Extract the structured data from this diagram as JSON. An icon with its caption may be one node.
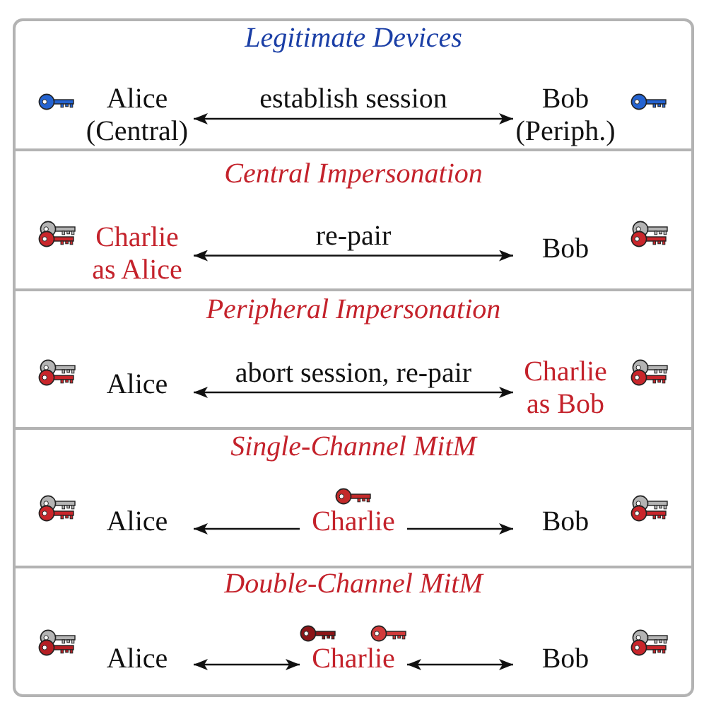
{
  "diagram": {
    "nodes": [
      {
        "text": [
          "Legitimate Devices"
        ]
      },
      {
        "text": [
          "Alice (Central)"
        ],
        "in": 0
      },
      {
        "text": [
          "Bob (Periph.)"
        ],
        "in": 0
      },
      {
        "text": [
          "Central Impersonation"
        ]
      },
      {
        "text": [
          "Charlie as Alice"
        ],
        "in": 3
      },
      {
        "text": [
          "Bob"
        ],
        "in": 3
      },
      {
        "text": [
          "Peripheral Impersonation"
        ]
      },
      {
        "text": [
          "Alice"
        ],
        "in": 6
      },
      {
        "text": [
          "Charlie as Bob"
        ],
        "in": 6
      },
      {
        "text": [
          "Single-Channel MitM"
        ]
      },
      {
        "text": [
          "Alice"
        ],
        "in": 9
      },
      {
        "text": [
          "Charlie"
        ],
        "in": 9
      },
      {
        "text": [
          "Bob"
        ],
        "in": 9
      },
      {
        "text": [
          "Double-Channel MitM"
        ]
      },
      {
        "text": [
          "Alice"
        ],
        "in": 13
      },
      {
        "text": [
          "Charlie"
        ],
        "in": 13
      },
      {
        "text": [
          "Bob"
        ],
        "in": 13
      }
    ],
    "edges": [
      {
        "from": 1,
        "to": 2,
        "arrow": "both",
        "label": "establish session"
      },
      {
        "from": 4,
        "to": 5,
        "arrow": "both",
        "label": "re-pair"
      },
      {
        "from": 7,
        "to": 8,
        "arrow": "both",
        "label": "abort session, re-pair"
      },
      {
        "from": 11,
        "to": 10,
        "arrow": "to"
      },
      {
        "from": 11,
        "to": 12,
        "arrow": "to"
      },
      {
        "from": 14,
        "to": 15,
        "arrow": "both"
      },
      {
        "from": 15,
        "to": 16,
        "arrow": "both"
      }
    ]
  }
}
